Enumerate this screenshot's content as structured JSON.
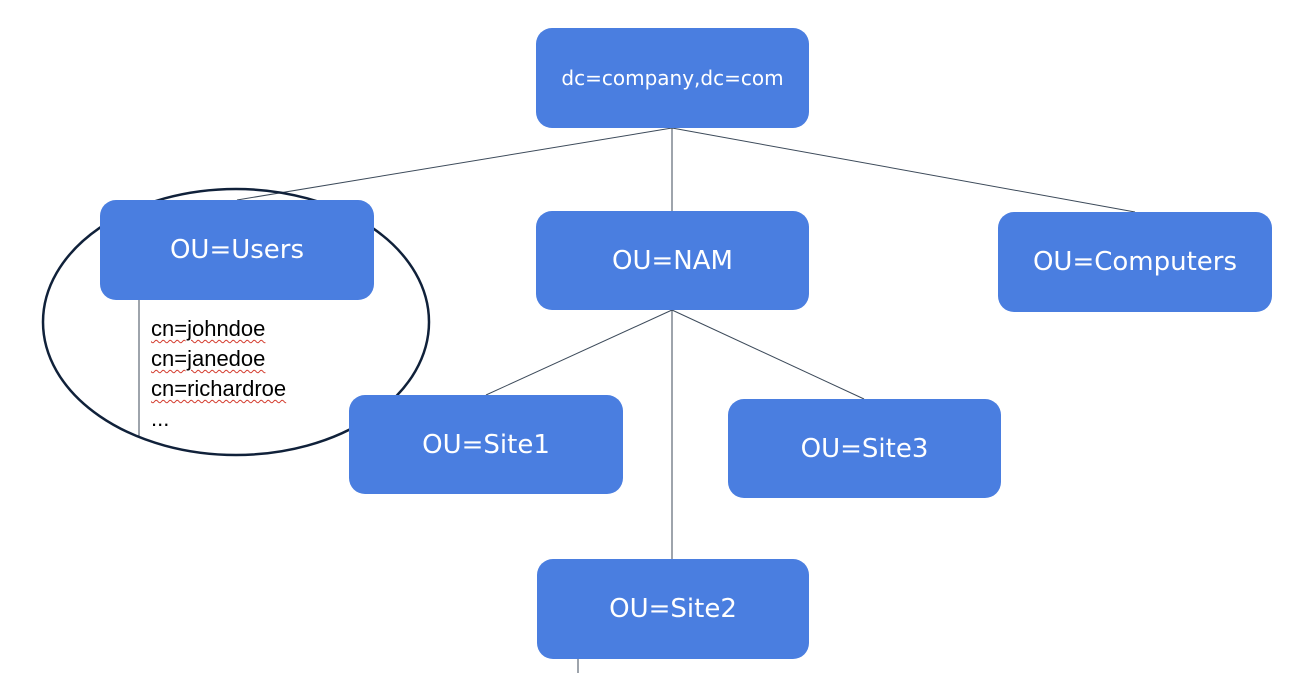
{
  "colors": {
    "node_fill": "#4a7ee0",
    "node_text": "#ffffff",
    "connector": "#3c4a5a",
    "highlight_circle": "#10213a",
    "spellcheck_underline": "#d33a2c"
  },
  "nodes": {
    "root": {
      "label": "dc=company,dc=com"
    },
    "users": {
      "label": "OU=Users"
    },
    "nam": {
      "label": "OU=NAM"
    },
    "computers": {
      "label": "OU=Computers"
    },
    "site1": {
      "label": "OU=Site1"
    },
    "site3": {
      "label": "OU=Site3"
    },
    "site2": {
      "label": "OU=Site2"
    }
  },
  "users_list": {
    "entries": [
      "cn=johndoe",
      "cn=janedoe",
      "cn=richardroe",
      "..."
    ]
  }
}
